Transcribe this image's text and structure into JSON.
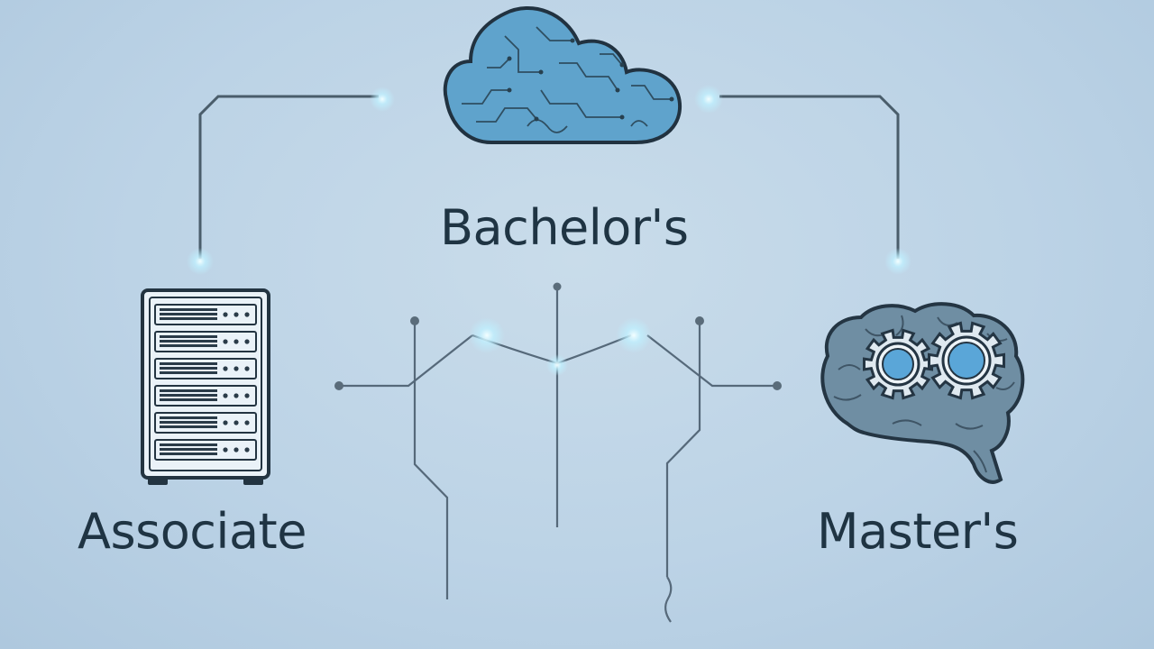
{
  "nodes": {
    "bachelor": {
      "label": "Bachelor's",
      "icon": "cloud-circuit-icon"
    },
    "associate": {
      "label": "Associate",
      "icon": "server-rack-icon"
    },
    "master": {
      "label": "Master's",
      "icon": "brain-gears-icon"
    }
  },
  "colors": {
    "background": "#bcd3e6",
    "outline": "#2c3e4c",
    "connector": "#4a5d6b",
    "glow": "#e8fbff",
    "cloud_fill": "#5fa3cc",
    "brain_fill": "#6f8ea3",
    "gear_center": "#5aa6d8",
    "text": "#1f3443"
  }
}
